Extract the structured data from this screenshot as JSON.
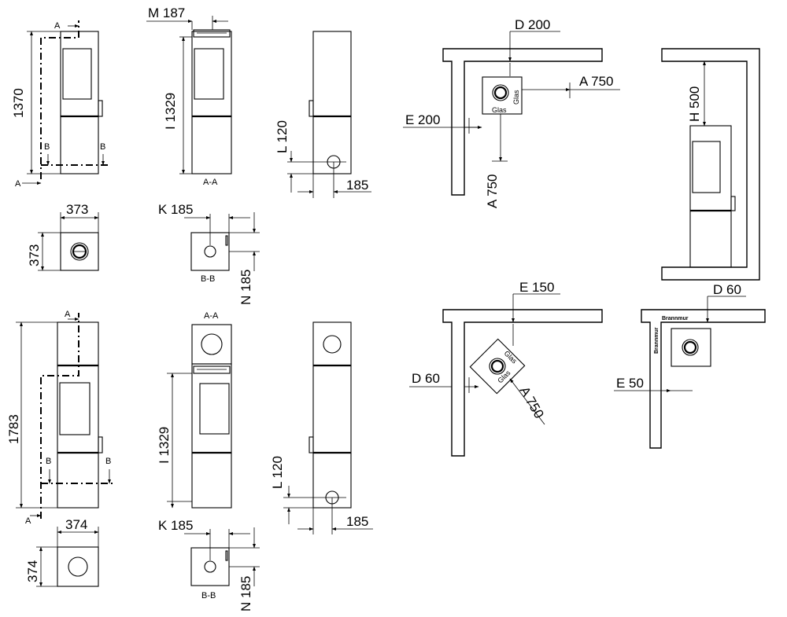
{
  "labels": {
    "section_a": "A",
    "section_b": "B",
    "section_aa": "A-A",
    "section_bb": "B-B",
    "h1370": "1370",
    "h1783": "1783",
    "w373": "373",
    "w374": "374",
    "m187": "M 187",
    "i1329": "I 1329",
    "l120": "L 120",
    "d185": "185",
    "k185": "K 185",
    "n185": "N 185",
    "d200": "D 200",
    "a750": "A 750",
    "e200": "E 200",
    "h500": "H 500",
    "e150": "E 150",
    "d60": "D 60",
    "e50": "E 50",
    "glas": "Glas",
    "brannmur": "Brannmur"
  }
}
